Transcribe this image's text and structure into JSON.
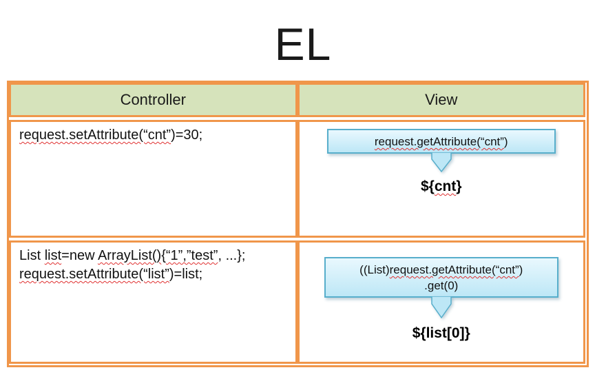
{
  "title": "EL",
  "colors": {
    "table_border_orange": "#F0964A",
    "header_fill_green": "#D6E3BB",
    "callout_border_blue": "#57AECB",
    "callout_fill_top": "#E9F8FE",
    "callout_fill_bottom": "#BDE7F6",
    "spellcheck_squiggle_red": "#E03030"
  },
  "table": {
    "headers": [
      "Controller",
      "View"
    ],
    "rows": [
      {
        "controller_lines": [
          [
            {
              "t": "request.setAttribute(“cnt”",
              "w": true
            },
            {
              "t": ")=30;",
              "w": false
            }
          ]
        ],
        "callout_lines": [
          [
            {
              "t": "request.getAttribute(“cnt”",
              "w": true
            },
            {
              "t": ")",
              "w": false
            }
          ]
        ],
        "result": [
          {
            "t": "${",
            "w": false
          },
          {
            "t": "cnt",
            "w": true
          },
          {
            "t": "}",
            "w": false
          }
        ]
      },
      {
        "controller_lines": [
          [
            {
              "t": "List ",
              "w": false
            },
            {
              "t": "list",
              "w": true
            },
            {
              "t": "=new ",
              "w": false
            },
            {
              "t": "ArrayList()",
              "w": true
            },
            {
              "t": "{",
              "w": false
            },
            {
              "t": "“1”,”test”",
              "w": true
            },
            {
              "t": ", ...};",
              "w": false
            }
          ],
          [
            {
              "t": "request.setAttribute(“list”",
              "w": true
            },
            {
              "t": ")=list;",
              "w": false
            }
          ]
        ],
        "callout_lines": [
          [
            {
              "t": "((List)",
              "w": false
            },
            {
              "t": "request.getAttribute(“cnt”",
              "w": true
            },
            {
              "t": ")",
              "w": false
            }
          ],
          [
            {
              "t": ".get(0)",
              "w": false
            }
          ]
        ],
        "result": [
          {
            "t": "${list[0]}",
            "w": false
          }
        ]
      }
    ]
  }
}
